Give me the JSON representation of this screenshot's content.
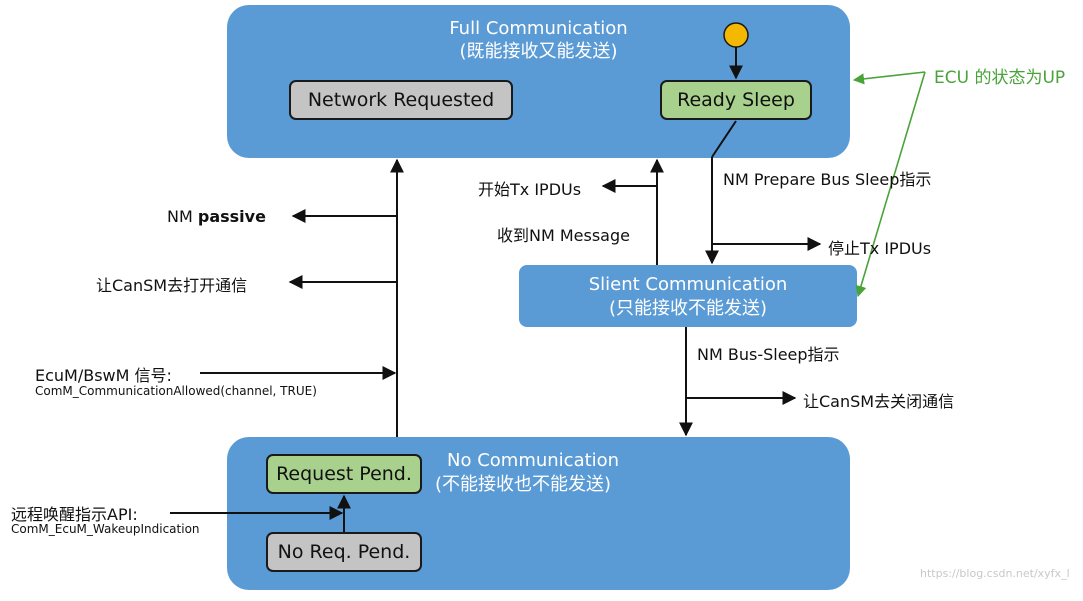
{
  "states": {
    "full": {
      "title": "Full Communication",
      "subtitle": "(既能接收又能发送)"
    },
    "silent": {
      "title": "Slient Communication",
      "subtitle": "(只能接收不能发送)"
    },
    "none": {
      "title": "No Communication",
      "subtitle": "(不能接收也不能发送)"
    }
  },
  "substates": {
    "network_requested": "Network Requested",
    "ready_sleep": "Ready Sleep",
    "request_pend": "Request Pend.",
    "no_req_pend": "No Req. Pend."
  },
  "labels": {
    "ecu_up": "ECU 的状态为UP",
    "start_tx": "开始Tx IPDUs",
    "rx_nm_msg": "收到NM Message",
    "nm_prepare": "NM Prepare Bus Sleep指示",
    "stop_tx": "停止Tx IPDUs",
    "nm_passive_prefix": "NM ",
    "nm_passive_bold": "passive",
    "cansm_open": "让CanSM去打开通信",
    "ecum_bswm": "EcuM/BswM 信号:",
    "comm_allowed": "ComM_CommunicationAllowed(channel, TRUE)",
    "nm_bus_sleep": "NM Bus-Sleep指示",
    "cansm_close": "让CanSM去关闭通信",
    "remote_wakeup": "远程唤醒指示API:",
    "wakeup_indication": "ComM_EcuM_WakeupIndication",
    "watermark": "https://blog.csdn.net/xyfx_l"
  },
  "colors": {
    "state_fill": "#5b9bd5",
    "gray_fill": "#c4c4c4",
    "green_fill": "#a9d18e",
    "initial_dot": "#f5b800",
    "ecu_annotation": "#4aa33a"
  }
}
